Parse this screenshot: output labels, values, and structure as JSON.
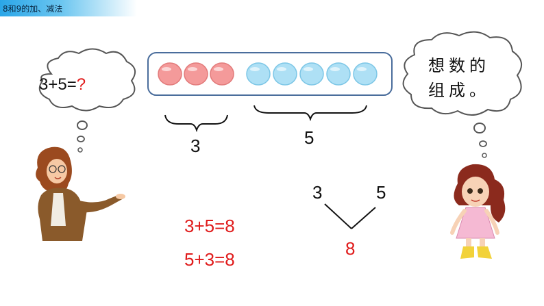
{
  "header": {
    "title": "8和9的加、减法"
  },
  "left_bubble": {
    "expr": "3+5=",
    "unknown": "?"
  },
  "right_bubble": {
    "line1": "想数的",
    "line2": "组成。"
  },
  "counters": {
    "red_count": 3,
    "blue_count": 5,
    "red_color": "#f49a9a",
    "blue_color": "#aee0f5"
  },
  "groups": {
    "left_label": "3",
    "right_label": "5"
  },
  "decomposition": {
    "left": "3",
    "right": "5",
    "total": "8"
  },
  "equations": [
    "3+5=8",
    "5+3=8"
  ],
  "colors": {
    "accent_red": "#e01b1b",
    "box_border": "#4a6d9c"
  }
}
